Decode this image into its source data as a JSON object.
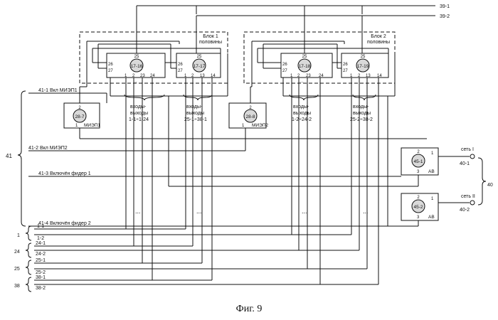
{
  "figure": {
    "caption": "Фиг. 9",
    "blocks": {
      "left_half": {
        "label_line1": "Блок 1",
        "label_line2": "половины"
      },
      "right_half": {
        "label_line1": "Блок 2",
        "label_line2": "половины"
      }
    },
    "units": {
      "u1716": {
        "id": "17-16",
        "p25": "25",
        "p26": "26",
        "p27": "27",
        "p1": "1",
        "p2": "2",
        "p23": "23",
        "p24": "24"
      },
      "u1717": {
        "id": "17-17",
        "p25": "25",
        "p26": "26",
        "p27": "27",
        "p1": "1",
        "p2": "2",
        "p13": "13",
        "p14": "14"
      },
      "u1718": {
        "id": "17-18",
        "p25": "25",
        "p26": "26",
        "p27": "27",
        "p1": "1",
        "p2": "2",
        "p23": "23",
        "p24": "24"
      },
      "u1719": {
        "id": "17-19",
        "p25": "25",
        "p26": "26",
        "p27": "27",
        "p1": "1",
        "p2": "2",
        "p13": "13",
        "p14": "14"
      },
      "u287": {
        "id": "28-7",
        "p2": "2",
        "p1": "1",
        "name": "МИЭП1"
      },
      "u288": {
        "id": "28-8",
        "p2": "2",
        "p1": "1",
        "name": "МИЭП2"
      },
      "u451": {
        "id": "45-1",
        "p1": "1",
        "p2": "2",
        "p3": "3",
        "name": "АВ"
      },
      "u452": {
        "id": "45-2",
        "p1": "1",
        "p2": "2",
        "p3": "3",
        "name": "АВ"
      }
    },
    "io_labels": {
      "g1": {
        "l1": "входы-",
        "l2": "выходы",
        "l3": "1-1÷1-24"
      },
      "g2": {
        "l1": "входы-",
        "l2": "выходы",
        "l3": "25-1÷38-1"
      },
      "g3": {
        "l1": "входы-",
        "l2": "выходы",
        "l3": "1-2÷24-2"
      },
      "g4": {
        "l1": "входы-",
        "l2": "выходы",
        "l3": "25-2÷38-2"
      }
    },
    "outputs": {
      "o391": "39-1",
      "o392": "39-2"
    },
    "signals": {
      "s411": "41-1  Вкл МИЭП1",
      "s412": "41-2  Вкл МИЭП2",
      "s413": "41-3  Включён фидер 1",
      "s414": "41-4  Включён фидер 2",
      "group41": "41"
    },
    "networks": {
      "n1": "сеть I",
      "n2": "сеть II",
      "t401": "40-1",
      "t402": "40-2",
      "group40": "40"
    },
    "buses": {
      "b1": {
        "group": "1",
        "a": "1-1",
        "b": "1-2"
      },
      "b24": {
        "group": "24",
        "a": "24-1",
        "b": "24-2"
      },
      "b25": {
        "group": "25",
        "a": "25-1",
        "b": "25-2"
      },
      "b38": {
        "group": "38",
        "a": "38-1",
        "b": "38-2"
      }
    },
    "ellipsis": "..."
  }
}
